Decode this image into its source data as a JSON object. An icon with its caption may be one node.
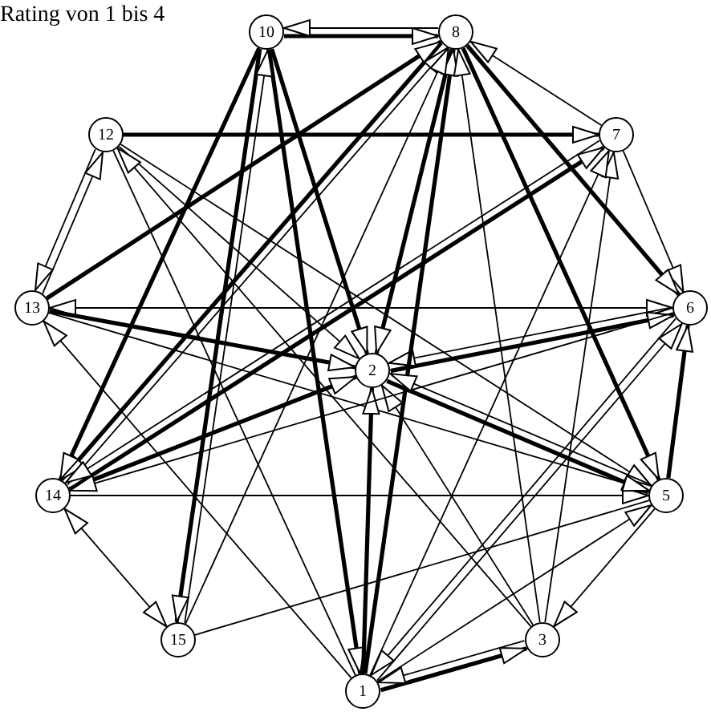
{
  "diagram": {
    "nodes": [
      {
        "text": [
          "10"
        ]
      },
      {
        "text": [
          "8"
        ]
      },
      {
        "text": [
          "12"
        ]
      },
      {
        "text": [
          "7"
        ]
      },
      {
        "text": [
          "13"
        ]
      },
      {
        "text": [
          "6"
        ]
      },
      {
        "text": [
          "2"
        ]
      },
      {
        "text": [
          "14"
        ]
      },
      {
        "text": [
          "5"
        ]
      },
      {
        "text": [
          "15"
        ]
      },
      {
        "text": [
          "3"
        ]
      },
      {
        "text": [
          "1"
        ]
      }
    ],
    "edges": [
      {
        "from": 0,
        "to": 1,
        "arrow": "to",
        "style": "thick"
      },
      {
        "from": 1,
        "to": 0,
        "arrow": "to"
      },
      {
        "from": 2,
        "to": 4,
        "arrow": "to"
      },
      {
        "from": 4,
        "to": 2,
        "arrow": "to"
      },
      {
        "from": 7,
        "to": 9,
        "arrow": "both"
      },
      {
        "from": 11,
        "to": 10,
        "arrow": "to",
        "style": "thick"
      },
      {
        "from": 10,
        "to": 11,
        "arrow": "to"
      },
      {
        "from": 2,
        "to": 3,
        "arrow": "to",
        "style": "thick"
      },
      {
        "from": 4,
        "to": 5,
        "arrow": "both"
      },
      {
        "from": 7,
        "to": 8,
        "arrow": "to"
      },
      {
        "from": 9,
        "to": 8,
        "arrow": "none"
      },
      {
        "from": 1,
        "to": 8,
        "arrow": "to",
        "style": "thick"
      },
      {
        "from": 3,
        "to": 1,
        "arrow": "to"
      },
      {
        "from": 3,
        "to": 5,
        "arrow": "to"
      },
      {
        "from": 1,
        "to": 5,
        "arrow": "to",
        "style": "thick"
      },
      {
        "from": 6,
        "to": 5,
        "arrow": "to",
        "style": "thick"
      },
      {
        "from": 5,
        "to": 6,
        "arrow": "to"
      },
      {
        "from": 6,
        "to": 8,
        "arrow": "to",
        "style": "thick"
      },
      {
        "from": 0,
        "to": 6,
        "arrow": "to",
        "style": "thick"
      },
      {
        "from": 0,
        "to": 9,
        "arrow": "to",
        "style": "thick"
      },
      {
        "from": 0,
        "to": 11,
        "arrow": "to",
        "style": "thick"
      },
      {
        "from": 1,
        "to": 7,
        "arrow": "to",
        "style": "thick"
      },
      {
        "from": 1,
        "to": 6,
        "arrow": "to",
        "style": "thick"
      },
      {
        "from": 11,
        "to": 1,
        "arrow": "to",
        "style": "thick"
      },
      {
        "from": 4,
        "to": 1,
        "arrow": "to",
        "style": "thick"
      },
      {
        "from": 2,
        "to": 6,
        "arrow": "to"
      },
      {
        "from": 2,
        "to": 11,
        "arrow": "none"
      },
      {
        "from": 2,
        "to": 8,
        "arrow": "to"
      },
      {
        "from": 4,
        "to": 6,
        "arrow": "to",
        "style": "thick"
      },
      {
        "from": 4,
        "to": 8,
        "arrow": "to"
      },
      {
        "from": 7,
        "to": 3,
        "arrow": "to",
        "style": "thick"
      },
      {
        "from": 7,
        "to": 1,
        "arrow": "to"
      },
      {
        "from": 7,
        "to": 6,
        "arrow": "to",
        "style": "thick"
      },
      {
        "from": 9,
        "to": 1,
        "arrow": "to"
      },
      {
        "from": 9,
        "to": 0,
        "arrow": "to"
      },
      {
        "from": 10,
        "to": 1,
        "arrow": "to"
      },
      {
        "from": 10,
        "to": 3,
        "arrow": "to"
      },
      {
        "from": 10,
        "to": 2,
        "arrow": "to"
      },
      {
        "from": 10,
        "to": 6,
        "arrow": "to"
      },
      {
        "from": 11,
        "to": 3,
        "arrow": "to"
      },
      {
        "from": 11,
        "to": 5,
        "arrow": "to"
      },
      {
        "from": 11,
        "to": 8,
        "arrow": "to"
      },
      {
        "from": 11,
        "to": 6,
        "arrow": "to",
        "style": "thick"
      },
      {
        "from": 11,
        "to": 4,
        "arrow": "to"
      },
      {
        "from": 8,
        "to": 10,
        "arrow": "to"
      },
      {
        "from": 8,
        "to": 6,
        "arrow": "to"
      },
      {
        "from": 8,
        "to": 5,
        "arrow": "to",
        "style": "thick"
      },
      {
        "from": 5,
        "to": 11,
        "arrow": "to"
      },
      {
        "from": 5,
        "to": 7,
        "arrow": "to"
      },
      {
        "from": 3,
        "to": 7,
        "arrow": "to"
      },
      {
        "from": 0,
        "to": 7,
        "arrow": "to",
        "style": "thick"
      }
    ],
    "labels": [
      "Rating von 1 bis 4"
    ]
  }
}
